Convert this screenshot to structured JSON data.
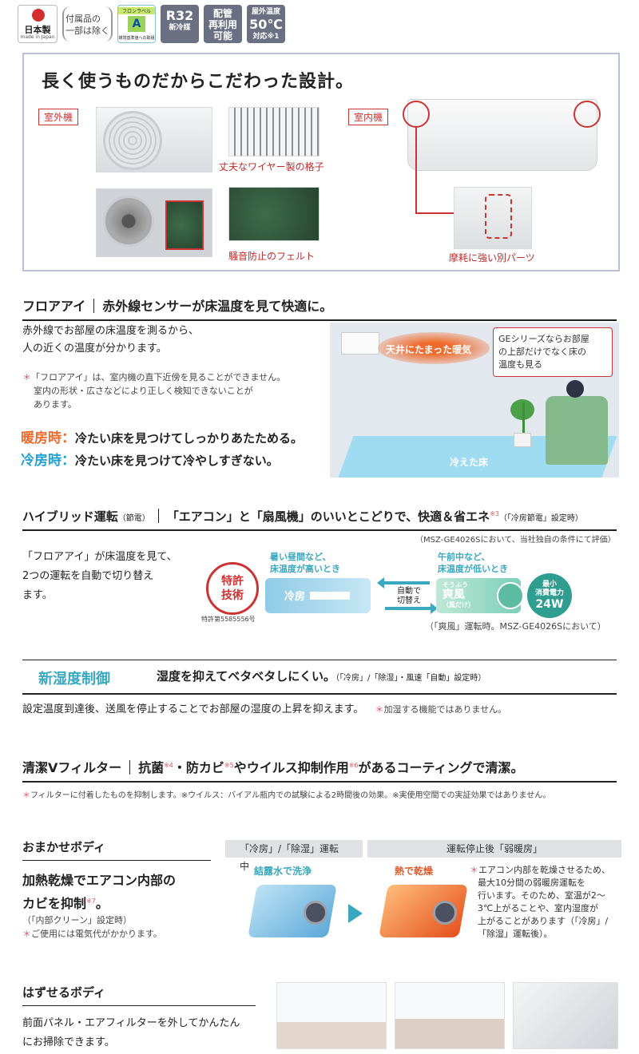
{
  "badges": {
    "japan_label": "日本製",
    "japan_sub": "made in Japan",
    "parts_note_1": "付属品の",
    "parts_note_2": "一部は除く",
    "freon_label": "フロンラベル",
    "freon_grade": "A",
    "freon_sub": "環境基準値への取組",
    "r32_1": "R32",
    "r32_2": "新冷媒",
    "pipe_1": "配管",
    "pipe_2": "再利用",
    "pipe_3": "可能",
    "temp_1": "屋外温度",
    "temp_2": "50℃",
    "temp_3": "対応※1"
  },
  "design": {
    "title": "長く使うものだからこだわった設計。",
    "outdoor_tag": "室外機",
    "indoor_tag": "室内機",
    "caption_grille": "丈夫なワイヤー製の格子",
    "caption_felt": "騒音防止のフェルト",
    "caption_parts": "摩耗に強い別パーツ"
  },
  "floor_eye": {
    "heading_a": "フロアアイ",
    "heading_b": "赤外線センサーが床温度を見て快適に。",
    "text_1": "赤外線でお部屋の床温度を測るから、",
    "text_2": "人の近くの温度が分かります。",
    "note_1": "「フロアアイ」は、室内機の直下近傍を見ることができません。",
    "note_2": "室内の形状・広さなどにより正しく検知できないことが",
    "note_3": "あります。",
    "heat_label": "暖房時：",
    "heat_text": "冷たい床を見つけてしっかりあたためる。",
    "cool_label": "冷房時：",
    "cool_text": "冷たい床を見つけて冷やしすぎない。",
    "illus_warm": "天井にたまった暖気",
    "illus_bubble_1": "GEシリーズならお部屋",
    "illus_bubble_2": "の上部だけでなく床の",
    "illus_bubble_3": "温度も見る",
    "illus_floor": "冷えた床"
  },
  "hybrid": {
    "heading_a": "ハイブリッド運転",
    "heading_a_small": "（節電）",
    "heading_b": "「エアコン」と「扇風機」のいいとこどりで、快適＆省エネ",
    "heading_sup": "※3",
    "heading_small": "（「冷房節電」設定時）",
    "eval_note": "（MSZ-GE4026Sにおいて、当社独自の条件にて評価）",
    "text_1": "「フロアアイ」が床温度を見て、",
    "text_2": "2つの運転を自動で切り替え",
    "text_3": "ます。",
    "patent_1": "特許",
    "patent_2": "技術",
    "patent_no": "特許第5585556号",
    "left_cond_1": "暑い昼間など、",
    "left_cond_2": "床温度が高いとき",
    "right_cond_1": "午前中など、",
    "right_cond_2": "床温度が低いとき",
    "cool_mode": "冷房",
    "switch_1": "自動で",
    "switch_2": "切替え",
    "fan_ruby": "そうふう",
    "fan_mode": "爽風",
    "fan_sub": "（風だけ）",
    "power_1": "最小",
    "power_2": "消費電力",
    "power_3": "24W",
    "fan_note": "（「爽風」運転時。MSZ-GE4026Sにおいて）"
  },
  "humidity": {
    "title": "新湿度制御",
    "heading": "湿度を抑えてベタベタしにくい。",
    "heading_small": "（「冷房」/「除湿」・風速「自動」設定時）",
    "text": "設定温度到達後、送風を停止することでお部屋の湿度の上昇を抑えます。",
    "note": "加湿する機能ではありません。"
  },
  "filter": {
    "heading_a": "清潔Vフィルター",
    "heading_b1": "抗菌",
    "sup4": "※4",
    "heading_b2": "・防カビ",
    "sup5": "※5",
    "heading_b3": "やウイルス抑制作用",
    "sup6": "※6",
    "heading_b4": "があるコーティングで清潔。",
    "note": "フィルターに付着したものを抑制します。※ウイルス：バイアル瓶内での試験による2時間後の効果。※実使用空間での実証効果ではありません。"
  },
  "omakase": {
    "heading": "おまかせボディ",
    "big_1": "加熱乾燥でエアコン内部の",
    "big_2": "カビを抑制",
    "big_sup": "※7",
    "big_3": "。",
    "small_1": "（「内部クリーン」設定時）",
    "small_2": "ご使用には電気代がかかります。",
    "step1": "「冷房」/「除湿」運転中",
    "step2": "運転停止後「弱暖房」",
    "wash": "結露水で洗浄",
    "dry": "熱で乾燥",
    "side_1": "エアコン内部を乾燥させるため、",
    "side_2": "最大10分間の弱暖房運転を",
    "side_3": "行います。そのため、室温が2～",
    "side_4": "3℃上がることや、室内湿度が",
    "side_5": "上がることがあります（「冷房」/",
    "side_6": "「除湿」運転後）。"
  },
  "removable": {
    "heading": "はずせるボディ",
    "text_1": "前面パネル・エアフィルターを外してかんたん",
    "text_2": "にお掃除できます。"
  }
}
